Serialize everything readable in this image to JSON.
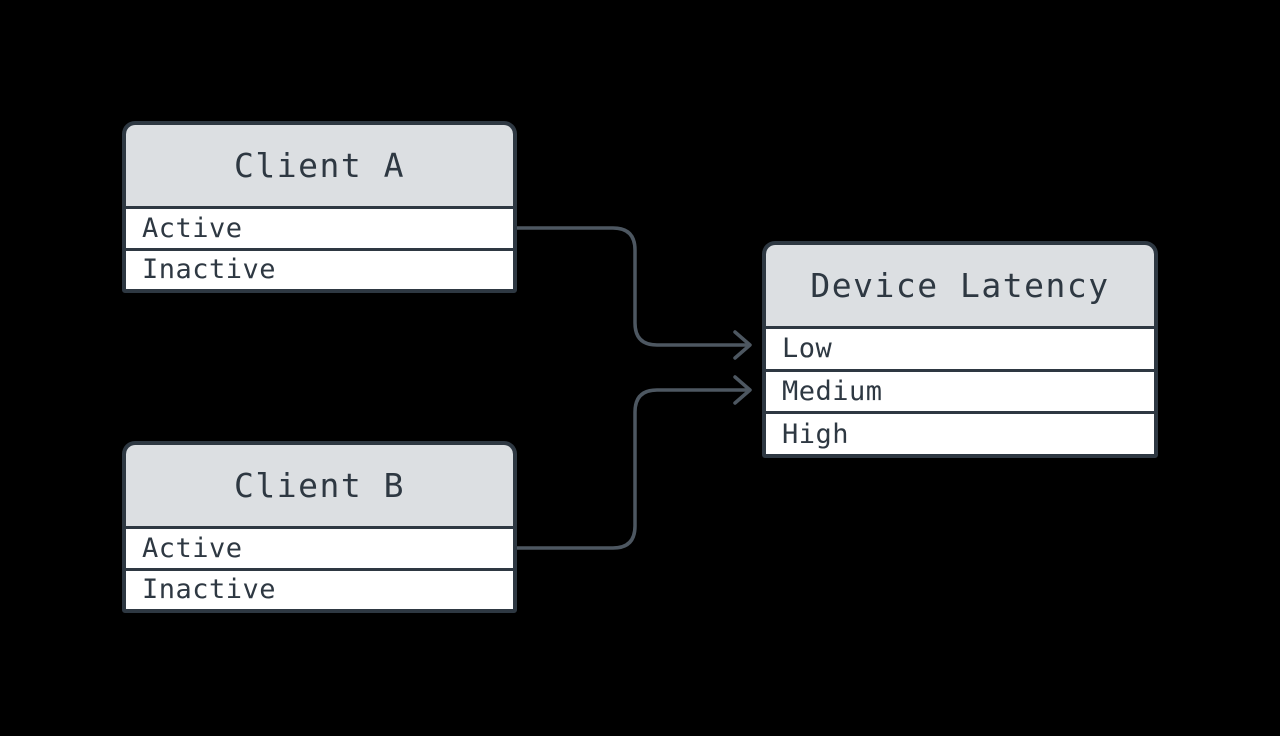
{
  "diagram": {
    "background_color": "#000000",
    "colors": {
      "node_border": "#2e3842",
      "node_header_fill": "#dcdfe2",
      "node_row_fill": "#ffffff",
      "text": "#2e3842",
      "arrow": "#4d5761"
    },
    "nodes": [
      {
        "id": "client-a",
        "title": "Client A",
        "rows": [
          "Active",
          "Inactive"
        ]
      },
      {
        "id": "client-b",
        "title": "Client B",
        "rows": [
          "Active",
          "Inactive"
        ]
      },
      {
        "id": "device-latency",
        "title": "Device Latency",
        "rows": [
          "Low",
          "Medium",
          "High"
        ]
      }
    ],
    "edges": [
      {
        "from": "Client A.Active",
        "to": "Device Latency.Low"
      },
      {
        "from": "Client B.Active",
        "to": "Device Latency.Medium"
      }
    ]
  }
}
